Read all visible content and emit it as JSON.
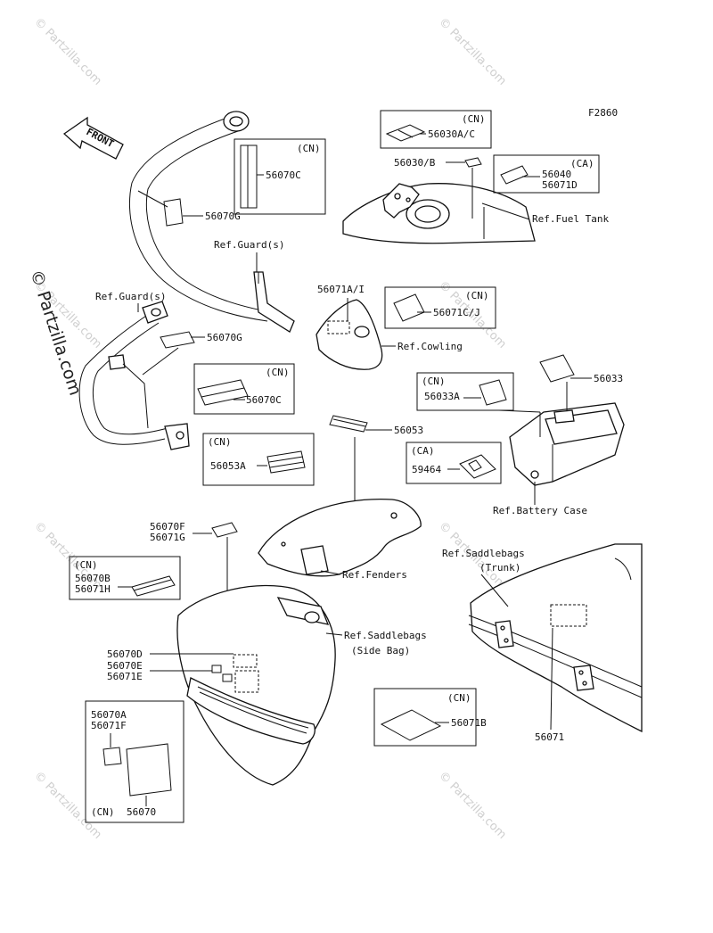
{
  "figure_code": "F2860",
  "watermark": {
    "text": "© Partzilla.com",
    "main_text": "© Partzilla.com"
  },
  "front_marker": "FRONT",
  "refs": {
    "guard_top": "Ref.Guard(s)",
    "guard_left": "Ref.Guard(s)",
    "fuel_tank": "Ref.Fuel Tank",
    "cowling": "Ref.Cowling",
    "battery_case": "Ref.Battery Case",
    "fenders": "Ref.Fenders",
    "saddlebags_trunk_1": "Ref.Saddlebags",
    "saddlebags_trunk_2": "(Trunk)",
    "saddlebags_side_1": "Ref.Saddlebags",
    "saddlebags_side_2": "(Side Bag)"
  },
  "parts": {
    "p56070G_a": "56070G",
    "p56070C_box_region": "(CN)",
    "p56070C_a": "56070C",
    "p56070G_b": "56070G",
    "p56070C_box2_region": "(CN)",
    "p56070C_b": "56070C",
    "p56053A_region": "(CN)",
    "p56053A": "56053A",
    "p56053": "56053",
    "p56030AC_region": "(CN)",
    "p56030AC": "56030A/C",
    "p56030B": "56030/B",
    "p56040_region": "(CA)",
    "p56040": "56040",
    "p56071D": "56071D",
    "p56071AI": "56071A/I",
    "p56071CJ_region": "(CN)",
    "p56071CJ": "56071C/J",
    "p56033": "56033",
    "p56033A_region": "(CN)",
    "p56033A": "56033A",
    "p59464_region": "(CA)",
    "p59464": "59464",
    "p56070F": "56070F",
    "p56071G": "56071G",
    "p56070B_region": "(CN)",
    "p56070B": "56070B",
    "p56071H": "56071H",
    "p56070D": "56070D",
    "p56070E": "56070E",
    "p56071E": "56071E",
    "p56070A": "56070A",
    "p56071F": "56071F",
    "p56070": "56070",
    "p56070_region": "(CN)",
    "p56071B_region": "(CN)",
    "p56071B": "56071B",
    "p56071": "56071"
  }
}
